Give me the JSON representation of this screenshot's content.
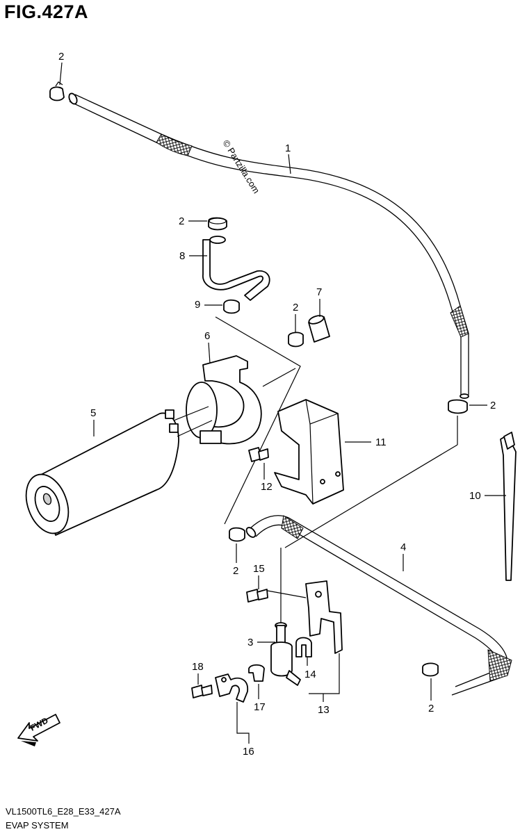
{
  "figure": {
    "title": "FIG.427A",
    "code": "VL1500TL6_E28_E33_427A",
    "name": "EVAP SYSTEM",
    "watermark": "© Partzilla.com",
    "direction_label": "FWD"
  },
  "callouts": {
    "c1": "1",
    "c2a": "2",
    "c2b": "2",
    "c2c": "2",
    "c2d": "2",
    "c2e": "2",
    "c2f": "2",
    "c3": "3",
    "c4": "4",
    "c5": "5",
    "c6": "6",
    "c7": "7",
    "c8": "8",
    "c9": "9",
    "c10": "10",
    "c11": "11",
    "c12": "12",
    "c13": "13",
    "c14": "14",
    "c15": "15",
    "c16": "16",
    "c17": "17",
    "c18": "18"
  }
}
